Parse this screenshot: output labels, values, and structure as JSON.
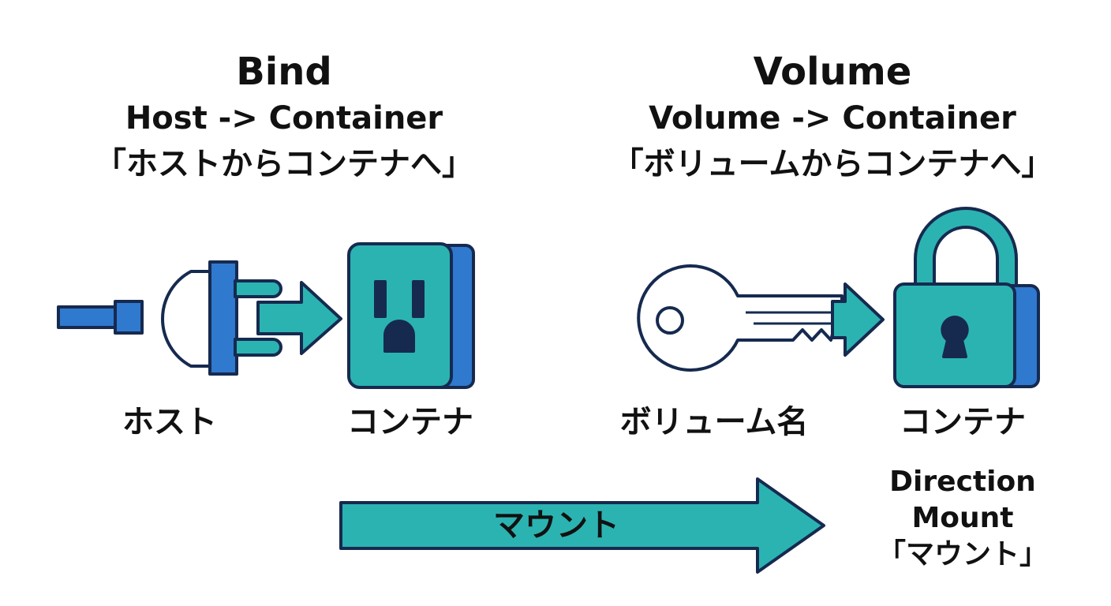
{
  "bind": {
    "title": "Bind",
    "subtitle": "Host -> Container",
    "subtitle_jp": "「ホストからコンテナへ」",
    "source_label": "ホスト",
    "target_label": "コンテナ"
  },
  "volume": {
    "title": "Volume",
    "subtitle": "Volume -> Container",
    "subtitle_jp": "「ボリュームからコンテナへ」",
    "source_label": "ボリューム名",
    "target_label": "コンテナ"
  },
  "mount_arrow": {
    "label": "マウント"
  },
  "direction": {
    "line1": "Direction",
    "line2": "Mount",
    "line3": "「マウント」"
  },
  "colors": {
    "teal": "#2bb3b1",
    "blue": "#2f79cf",
    "outline": "#162a4f",
    "text": "#111111"
  },
  "icons": {
    "host": "plug-icon",
    "bind_container": "power-outlet-icon",
    "volume": "key-icon",
    "volume_container": "padlock-icon"
  }
}
